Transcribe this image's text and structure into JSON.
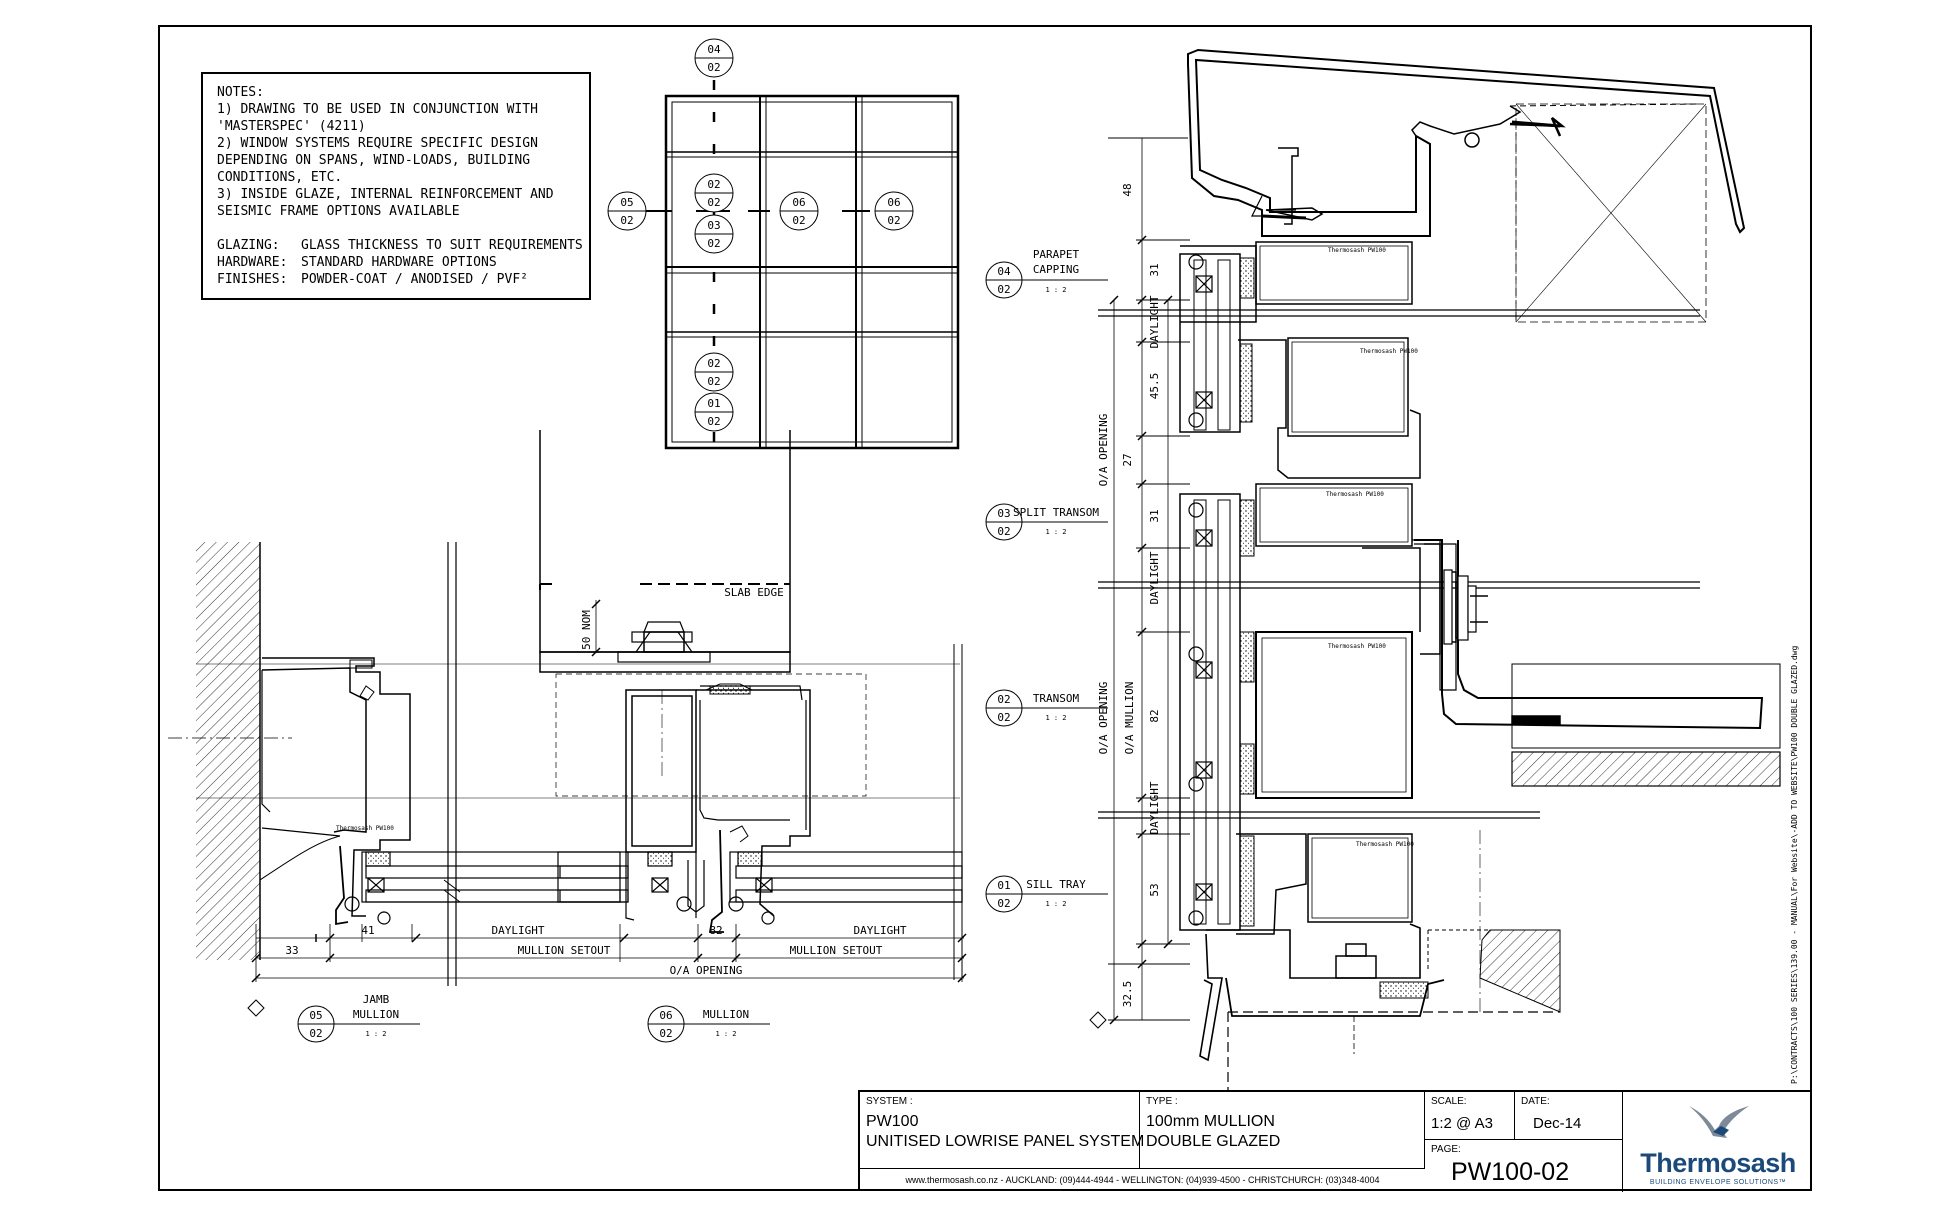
{
  "notes": {
    "lines": [
      "NOTES:",
      "1) DRAWING TO BE USED IN CONJUNCTION WITH",
      "'MASTERSPEC' (4211)",
      "2) WINDOW SYSTEMS REQUIRE SPECIFIC DESIGN",
      "DEPENDING ON SPANS, WIND-LOADS, BUILDING",
      "CONDITIONS, ETC.",
      "3) INSIDE GLAZE, INTERNAL REINFORCEMENT AND",
      "SEISMIC FRAME OPTIONS AVAILABLE"
    ],
    "specs": [
      {
        "key": "GLAZING:",
        "value": "GLASS THICKNESS TO SUIT REQUIREMENTS"
      },
      {
        "key": "HARDWARE:",
        "value": "STANDARD HARDWARE OPTIONS"
      },
      {
        "key": "FINISHES:",
        "value": "POWDER-COAT / ANODISED / PVF²"
      }
    ]
  },
  "elevation_markers": [
    {
      "top": "04",
      "bottom": "02"
    },
    {
      "top": "05",
      "bottom": "02"
    },
    {
      "top": "02",
      "bottom": "02"
    },
    {
      "top": "03",
      "bottom": "02"
    },
    {
      "top": "06",
      "bottom": "02"
    },
    {
      "top": "06",
      "bottom": "02"
    },
    {
      "top": "02",
      "bottom": "02"
    },
    {
      "top": "01",
      "bottom": "02"
    }
  ],
  "section_callouts": [
    {
      "num": "04",
      "sheet": "02",
      "title": "PARAPET",
      "title2": "CAPPING",
      "scale": "1 : 2"
    },
    {
      "num": "03",
      "sheet": "02",
      "title": "SPLIT TRANSOM",
      "title2": "",
      "scale": "1 : 2"
    },
    {
      "num": "02",
      "sheet": "02",
      "title": "TRANSOM",
      "title2": "",
      "scale": "1 : 2"
    },
    {
      "num": "01",
      "sheet": "02",
      "title": "SILL TRAY",
      "title2": "",
      "scale": "1 : 2"
    },
    {
      "num": "05",
      "sheet": "02",
      "title": "JAMB",
      "title2": "MULLION",
      "scale": "1 : 2"
    },
    {
      "num": "06",
      "sheet": "02",
      "title": "MULLION",
      "title2": "",
      "scale": "1 : 2"
    }
  ],
  "vertical_dims": {
    "values": [
      "48",
      "31",
      "45.5",
      "27",
      "31",
      "82",
      "53",
      "32.5"
    ],
    "labels": [
      "DAYLIGHT",
      "DAYLIGHT",
      "DAYLIGHT",
      "O/A OPENING",
      "O/A OPENING",
      "O/A MULLION"
    ]
  },
  "plan_dims": {
    "slab_edge": "SLAB EDGE",
    "nom": "50 NOM",
    "d33": "33",
    "d41": "41",
    "d82": "82",
    "daylight": "DAYLIGHT",
    "mullion_setout": "MULLION SETOUT",
    "oa_opening": "O/A OPENING"
  },
  "profile_brand": "Thermosash",
  "profile_code": "PW100",
  "title_block": {
    "system_label": "SYSTEM :",
    "system_lines": [
      "PW100",
      "UNITISED LOWRISE PANEL SYSTEM"
    ],
    "type_label": "TYPE :",
    "type_lines": [
      "100mm MULLION",
      "DOUBLE GLAZED"
    ],
    "scale_label": "SCALE:",
    "scale_value": "1:2 @ A3",
    "date_label": "DATE:",
    "date_value": "Dec-14",
    "page_label": "PAGE:",
    "page_value": "PW100-02",
    "contact": "www.thermosash.co.nz  -  AUCKLAND: (09)444-4944  -  WELLINGTON: (04)939-4500  -  CHRISTCHURCH: (03)348-4004",
    "logo_name": "Thermosash",
    "logo_tagline": "BUILDING ENVELOPE SOLUTIONS™"
  },
  "file_path": "P:\\CONTRACTS\\100 SERIES\\139.00 - MANUAL\\For Website\\-ADD TO WEBSITE\\PW100 DOUBLE GLAZED.dwg",
  "colors": {
    "logo": "#1b4a7a"
  }
}
